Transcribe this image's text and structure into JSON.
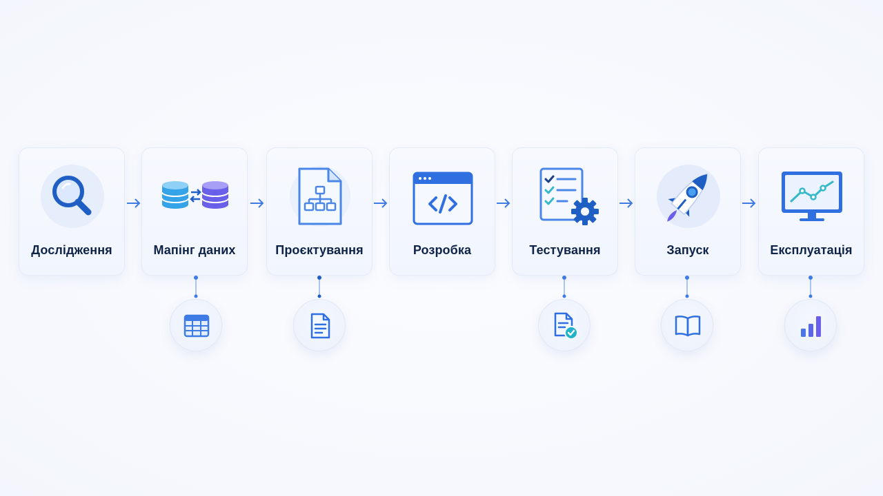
{
  "steps": [
    {
      "label": "Дослідження",
      "icon": "search-icon"
    },
    {
      "label": "Мапінг даних",
      "icon": "database-sync-icon"
    },
    {
      "label": "Проєктування",
      "icon": "document-diagram-icon"
    },
    {
      "label": "Розробка",
      "icon": "code-window-icon"
    },
    {
      "label": "Тестування",
      "icon": "checklist-gear-icon"
    },
    {
      "label": "Запуск",
      "icon": "rocket-icon"
    },
    {
      "label": "Експлуатація",
      "icon": "monitor-chart-icon"
    }
  ],
  "sub_icons": [
    {
      "step": 2,
      "icon": "table-icon"
    },
    {
      "step": 3,
      "icon": "document-icon"
    },
    {
      "step": 5,
      "icon": "document-check-icon"
    },
    {
      "step": 6,
      "icon": "book-icon"
    },
    {
      "step": 7,
      "icon": "bar-chart-icon"
    }
  ],
  "colors": {
    "primary": "#2f6fe0",
    "accent_purple": "#6a5fe8",
    "accent_teal": "#35b8c9",
    "label": "#0f2347",
    "card_border": "#e3eaf7"
  }
}
